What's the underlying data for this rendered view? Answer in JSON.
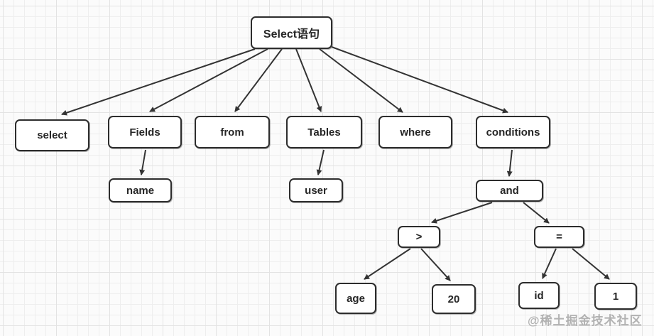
{
  "diagram": {
    "description": "Parse tree of a SQL SELECT statement",
    "nodes": {
      "root": {
        "label": "Select语句"
      },
      "select": {
        "label": "select"
      },
      "fields": {
        "label": "Fields"
      },
      "from": {
        "label": "from"
      },
      "tables": {
        "label": "Tables"
      },
      "where": {
        "label": "where"
      },
      "conditions": {
        "label": "conditions"
      },
      "name": {
        "label": "name"
      },
      "user": {
        "label": "user"
      },
      "and": {
        "label": "and"
      },
      "gt": {
        "label": ">"
      },
      "eq": {
        "label": "="
      },
      "age": {
        "label": "age"
      },
      "num20": {
        "label": "20"
      },
      "id": {
        "label": "id"
      },
      "num1": {
        "label": "1"
      }
    },
    "edges": [
      {
        "from": "root",
        "to": "select"
      },
      {
        "from": "root",
        "to": "fields"
      },
      {
        "from": "root",
        "to": "from"
      },
      {
        "from": "root",
        "to": "tables"
      },
      {
        "from": "root",
        "to": "where"
      },
      {
        "from": "root",
        "to": "conditions"
      },
      {
        "from": "fields",
        "to": "name"
      },
      {
        "from": "tables",
        "to": "user"
      },
      {
        "from": "conditions",
        "to": "and"
      },
      {
        "from": "and",
        "to": "gt"
      },
      {
        "from": "and",
        "to": "eq"
      },
      {
        "from": "gt",
        "to": "age"
      },
      {
        "from": "gt",
        "to": "num20"
      },
      {
        "from": "eq",
        "to": "id"
      },
      {
        "from": "eq",
        "to": "num1"
      }
    ],
    "watermark": "@稀土掘金技术社区",
    "colors": {
      "node_border": "#2d2d2d",
      "node_fill": "#ffffff",
      "edge_stroke": "#333333",
      "text": "#262626",
      "watermark": "#a6a6a6",
      "background": "#fbfbfb",
      "grid_minor": "#eeeeee",
      "grid_major": "#e3e3e3"
    }
  }
}
